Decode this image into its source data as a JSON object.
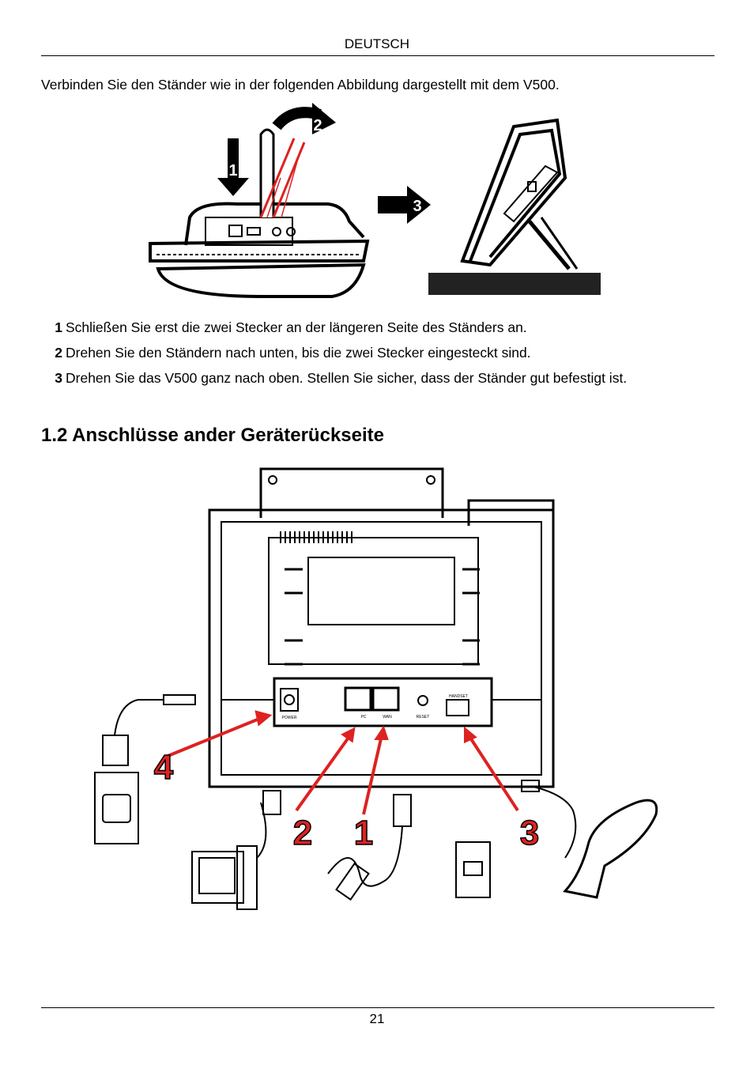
{
  "header": {
    "language": "DEUTSCH"
  },
  "intro": "Verbinden Sie den Ständer wie in der folgenden Abbildung dargestellt mit dem V500.",
  "figure1": {
    "callouts": [
      "1",
      "2",
      "3"
    ]
  },
  "steps": [
    {
      "num": "1",
      "text": "Schließen Sie erst die zwei Stecker an der längeren Seite des Ständers an."
    },
    {
      "num": "2",
      "text": "Drehen Sie den Ständern nach unten, bis die zwei Stecker eingesteckt sind."
    },
    {
      "num": "3",
      "text": "Drehen Sie das V500 ganz nach oben. Stellen Sie sicher, dass der Ständer gut befestigt ist."
    }
  ],
  "section_title": "1.2 Anschlüsse ander Geräterückseite",
  "figure2": {
    "port_labels": [
      "POWER",
      "PC",
      "WAN",
      "RESET",
      "HANDSET"
    ],
    "callouts": [
      "4",
      "2",
      "1",
      "3"
    ]
  },
  "footer": {
    "page_number": "21"
  }
}
